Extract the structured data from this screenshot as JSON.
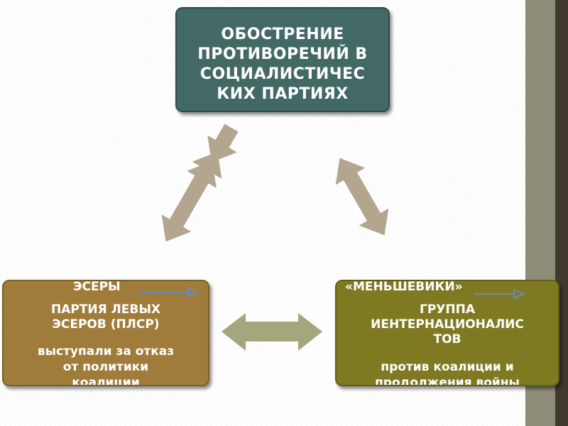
{
  "top_box": {
    "lines": [
      "ОБОСТРЕНИЕ",
      "ПРОТИВОРЕЧИЙ В",
      "СОЦИАЛИСТИЧЕС",
      "КИХ ПАРТИЯХ"
    ]
  },
  "left_box": {
    "title": "ЭСЕРЫ",
    "subtitle_lines": [
      "ПАРТИЯ ЛЕВЫХ",
      "ЭСЕРОВ (ПЛСР)"
    ],
    "desc_lines": [
      "выступали за отказ",
      "от политики",
      "коалиции"
    ]
  },
  "right_box": {
    "title": "«МЕНЬШЕВИКИ»",
    "subtitle_lines": [
      "ГРУППА",
      "ИЕНТЕРНАЦИОНАЛИС",
      "ТОВ"
    ],
    "desc_lines": [
      "против коалиции и",
      "продолжения войны"
    ]
  },
  "colors": {
    "top_box": "#436965",
    "left_box": "#a07c3b",
    "right_box": "#7f7a22",
    "diagonal_arrows": "#b3a58e",
    "horizontal_arrow": "#a6a67c",
    "side_strip": "#8d8c76"
  }
}
